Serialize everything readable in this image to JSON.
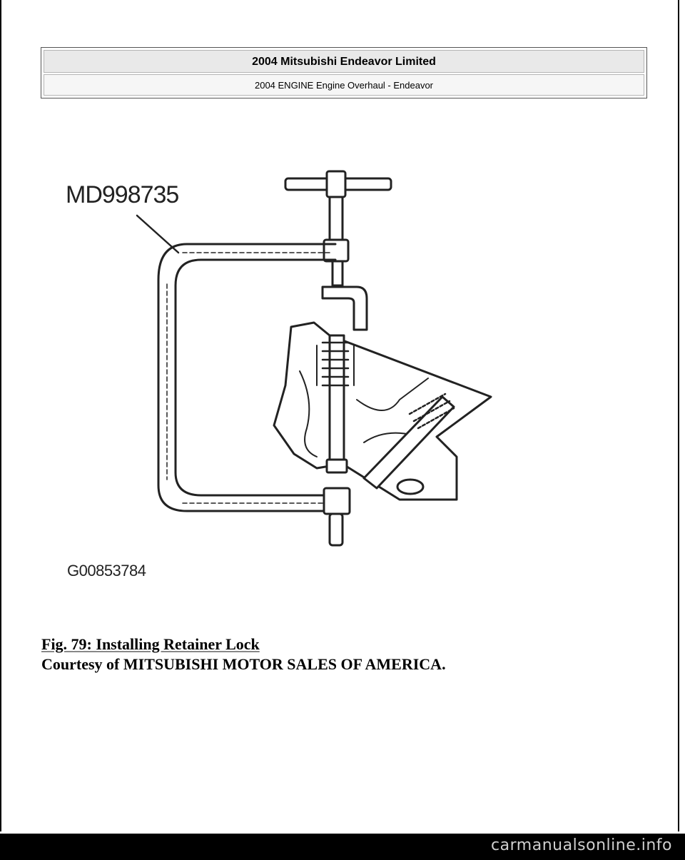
{
  "header": {
    "title": "2004 Mitsubishi Endeavor Limited",
    "subtitle": "2004 ENGINE Engine Overhaul - Endeavor"
  },
  "figure": {
    "tool_label": "MD998735",
    "image_code": "G00853784"
  },
  "caption": {
    "title": "Fig. 79: Installing Retainer Lock",
    "credit": "Courtesy of MITSUBISHI MOTOR SALES OF AMERICA."
  },
  "footer": {
    "site": "carmanualsonline.info"
  }
}
